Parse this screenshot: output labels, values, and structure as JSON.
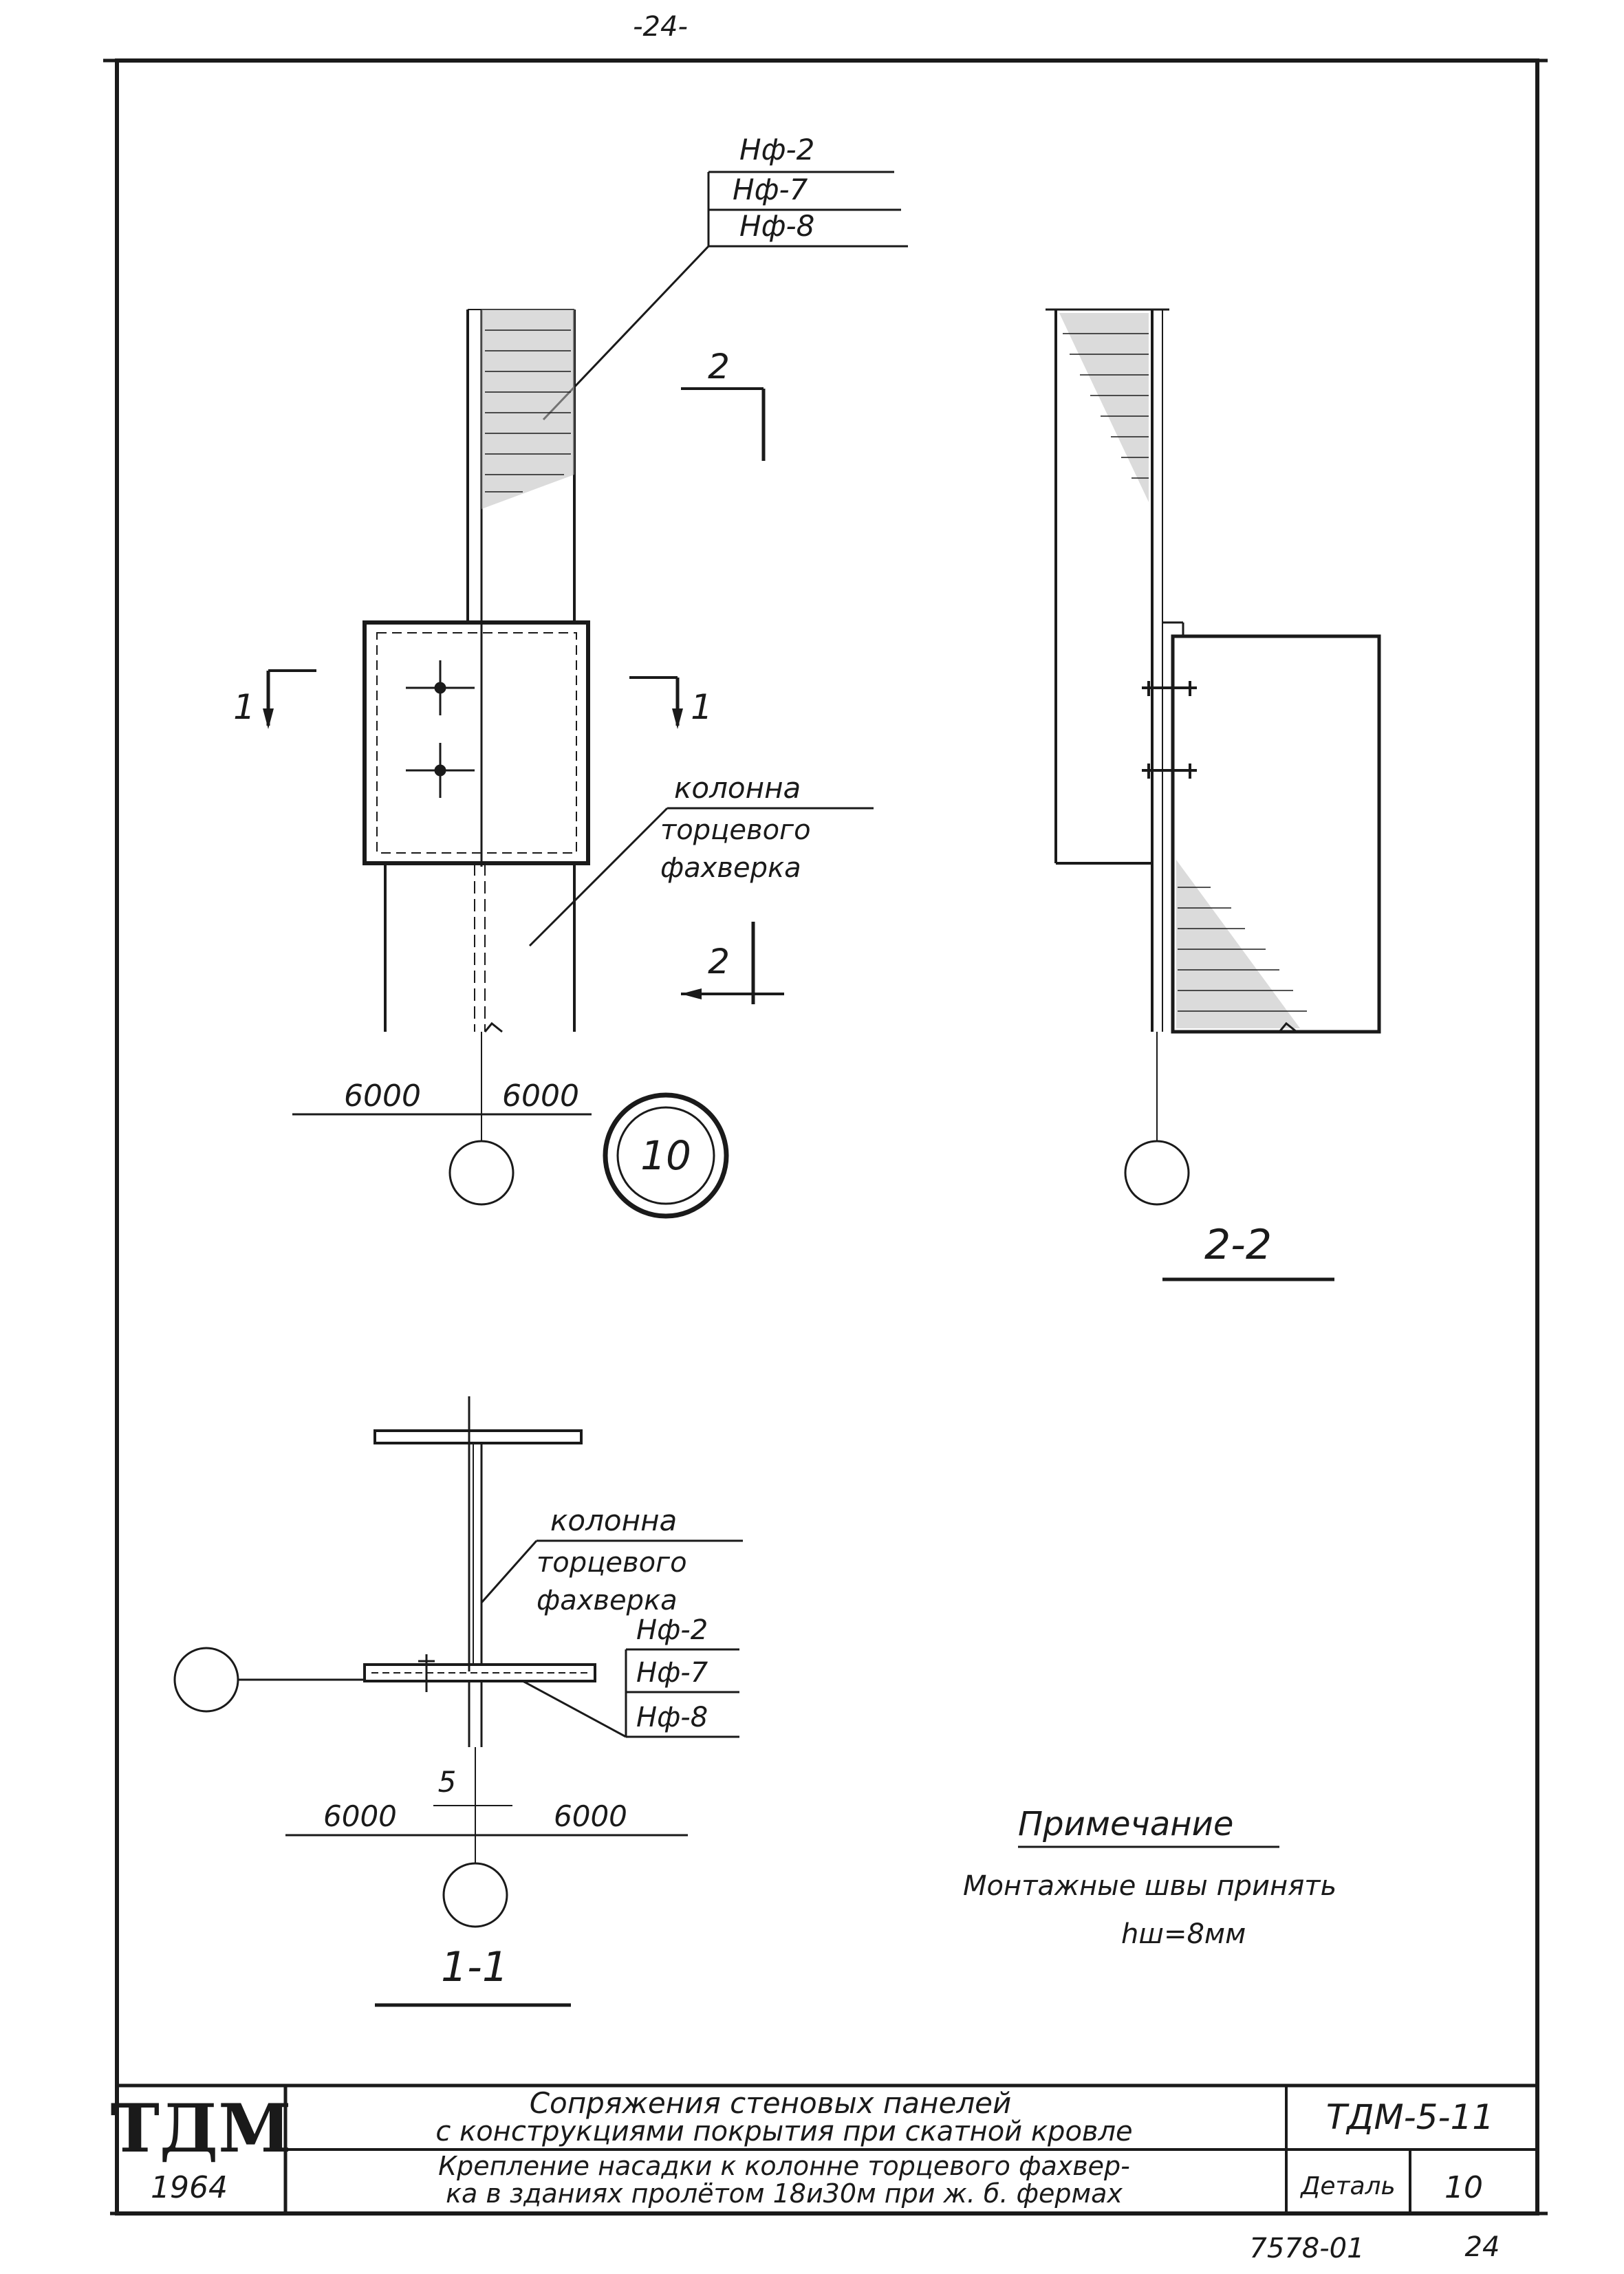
{
  "page_number": "-24-",
  "elevation": {
    "callout_top": [
      "Нф-2",
      "Нф-7",
      "Нф-8"
    ],
    "section_mark_2": "2",
    "section_mark_1": "1",
    "column_label": [
      "колонна",
      "торцевого",
      "фахверка"
    ],
    "dim_left": "6000",
    "dim_right": "6000",
    "detail_number": "10"
  },
  "section_2_2": {
    "title": "2-2"
  },
  "section_1_1": {
    "title": "1-1",
    "column_label": [
      "колонна",
      "торцевого",
      "фахверка"
    ],
    "callout": [
      "Нф-2",
      "Нф-7",
      "Нф-8"
    ],
    "gap": "5",
    "dim_left": "6000",
    "dim_right": "6000"
  },
  "note": {
    "heading": "Примечание",
    "text": "Монтажные швы принять",
    "weld": "hш=8мм"
  },
  "title_block": {
    "logo": "ТДМ",
    "year": "1964",
    "title_line1": "Сопряжения стеновых панелей",
    "title_line2": "с конструкциями покрытия при скатной кровле",
    "code": "ТДМ-5-11",
    "subtitle_line1": "Крепление насадки к колонне торцевого фахвер-",
    "subtitle_line2": "ка в зданиях пролётом 18и30м при ж. б. фермах",
    "detail_label": "Деталь",
    "detail_number": "10"
  },
  "footer": {
    "archive_number": "7578-01",
    "sheet": "24"
  }
}
